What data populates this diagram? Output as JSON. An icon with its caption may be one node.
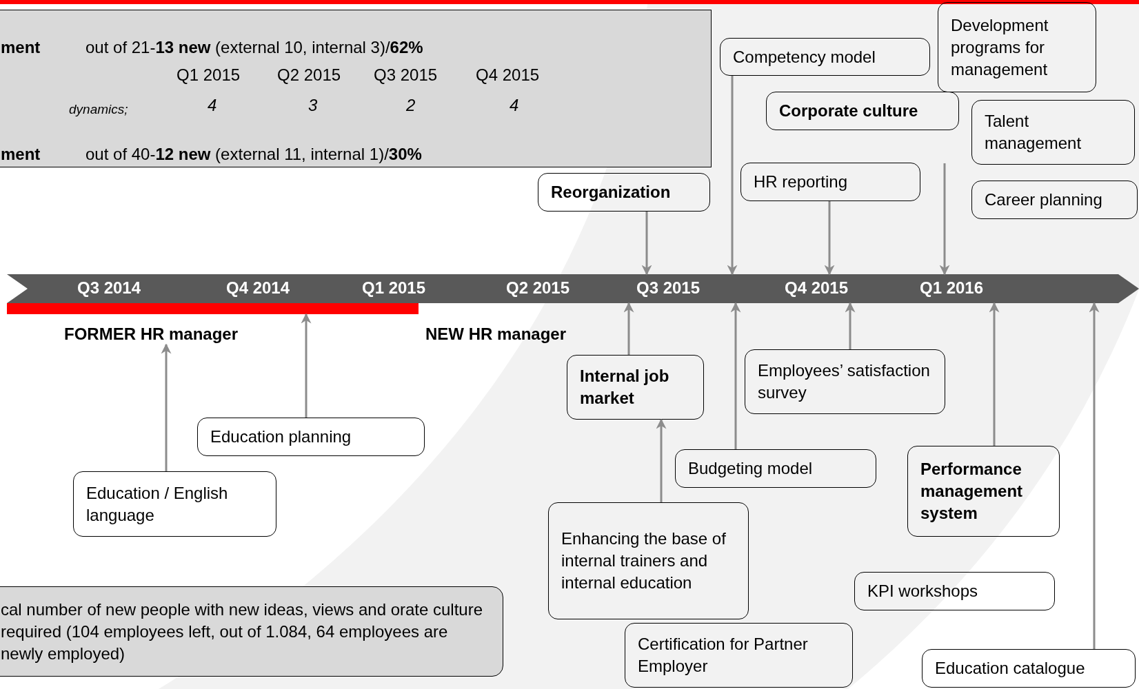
{
  "diagram": {
    "nodes": [
      {
        "text": [
          "ment",
          "out of  21-**13 new** (external 10, internal 3)/**62%**",
          "Q1 2015",
          "Q2 2015",
          "Q3 2015",
          "Q4 2015",
          "dynamics;",
          "4",
          "3",
          "2",
          "4",
          "ment",
          "out of  40-**12 new** (external 11, internal 1)/**30%**"
        ]
      },
      {
        "text": [
          "Development programs for management"
        ]
      },
      {
        "text": [
          "Competency model"
        ]
      },
      {
        "text": [
          "Corporate culture"
        ]
      },
      {
        "text": [
          "Talent management"
        ]
      },
      {
        "text": [
          "HR reporting"
        ]
      },
      {
        "text": [
          "Reorganization"
        ]
      },
      {
        "text": [
          "Career planning"
        ]
      },
      {
        "text": [
          "Q3 2014",
          "Q4 2014",
          "Q1 2015",
          "Q2 2015",
          "Q3 2015",
          "Q4 2015",
          "Q1 2016"
        ]
      },
      {
        "text": [
          "FORMER HR manager"
        ]
      },
      {
        "text": [
          "NEW HR manager"
        ]
      },
      {
        "text": [
          "Internal job market"
        ]
      },
      {
        "text": [
          "Employees’ satisfaction survey"
        ]
      },
      {
        "text": [
          "Education planning"
        ]
      },
      {
        "text": [
          "Budgeting model"
        ]
      },
      {
        "text": [
          "Performance management system"
        ]
      },
      {
        "text": [
          "Education / English language"
        ]
      },
      {
        "text": [
          "Enhancing the base of internal trainers and internal education"
        ]
      },
      {
        "text": [
          "KPI workshops"
        ]
      },
      {
        "text": [
          "cal number of new people with new ideas, views and orate culture required (104 employees left, out of 1.084, 64 employees are newly employed)"
        ]
      },
      {
        "text": [
          "Certification for Partner Employer"
        ]
      },
      {
        "text": [
          "Education catalogue"
        ]
      },
      {
        "text": [],
        "shape": "bar"
      }
    ],
    "edges": [
      {
        "from": 6,
        "to": 8,
        "arrow": "to"
      },
      {
        "from": 2,
        "to": 8,
        "arrow": "to"
      },
      {
        "from": 5,
        "to": 8,
        "arrow": "to"
      },
      {
        "from": null,
        "to": 8,
        "arrow": "to"
      },
      {
        "from": 11,
        "to": 8,
        "arrow": "to"
      },
      {
        "from": 14,
        "to": 8,
        "arrow": "to"
      },
      {
        "from": 12,
        "to": 8,
        "arrow": "to"
      },
      {
        "from": 15,
        "to": 8,
        "arrow": "to"
      },
      {
        "from": 21,
        "to": 8,
        "arrow": "to"
      },
      {
        "from": 17,
        "to": 11,
        "arrow": "to"
      },
      {
        "from": 16,
        "to": 9,
        "arrow": "to"
      },
      {
        "from": 13,
        "to": 22,
        "arrow": "to"
      }
    ]
  }
}
